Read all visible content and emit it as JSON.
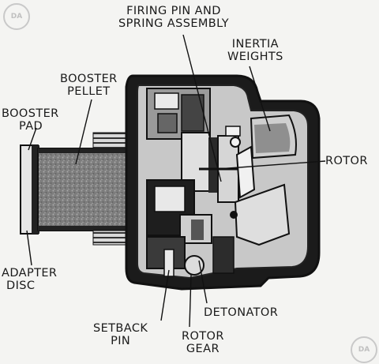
{
  "labels": {
    "firing_pin": [
      "FIRING PIN AND",
      "SPRING ASSEMBLY"
    ],
    "inertia_weights": [
      "INERTIA",
      "WEIGHTS"
    ],
    "booster_pellet": [
      "BOOSTER",
      "PELLET"
    ],
    "booster_pad": [
      "BOOSTER",
      "PAD"
    ],
    "rotor": "ROTOR",
    "adapter_disc": [
      "ADAPTER",
      "DISC"
    ],
    "detonator": "DETONATOR",
    "setback_pin": [
      "SETBACK",
      "PIN"
    ],
    "rotor_gear": [
      "ROTOR",
      "GEAR"
    ]
  },
  "watermark": "DA",
  "colors": {
    "ink": "#111111",
    "background": "#f4f4f2",
    "pellet": "#8a8a8a",
    "metal": "#bdbdbd"
  }
}
